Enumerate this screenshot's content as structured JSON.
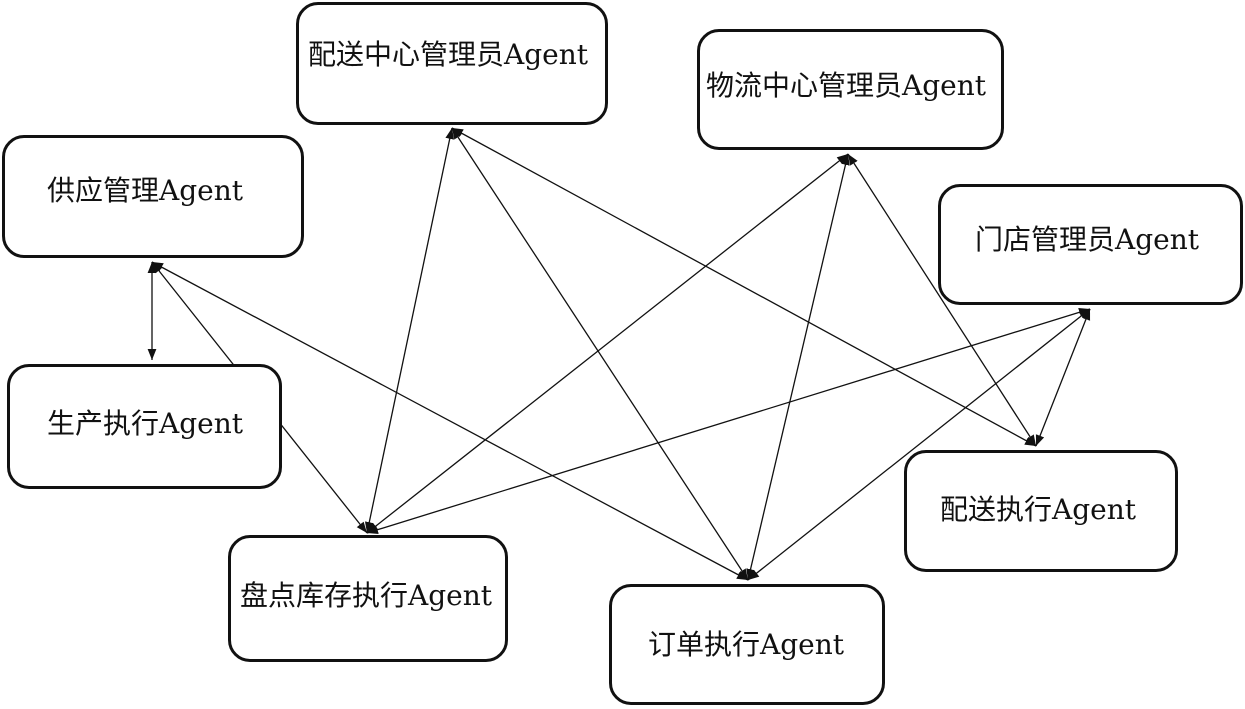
{
  "agents": {
    "distribution_center_manager": {
      "label": "配送中心管理员Agent"
    },
    "logistics_center_manager": {
      "label": "物流中心管理员Agent"
    },
    "supply_management": {
      "label": "供应管理Agent"
    },
    "store_manager": {
      "label": "门店管理员Agent"
    },
    "production_execution": {
      "label": "生产执行Agent"
    },
    "delivery_execution": {
      "label": "配送执行Agent"
    },
    "inventory_check_execution": {
      "label": "盘点库存执行Agent"
    },
    "order_execution": {
      "label": "订单执行Agent"
    }
  },
  "connections": [
    {
      "from": "supply_management",
      "to": "production_execution",
      "bidirectional": true
    },
    {
      "from": "supply_management",
      "to": "inventory_check_execution",
      "bidirectional": true
    },
    {
      "from": "supply_management",
      "to": "order_execution",
      "bidirectional": true
    },
    {
      "from": "distribution_center_manager",
      "to": "inventory_check_execution",
      "bidirectional": true
    },
    {
      "from": "distribution_center_manager",
      "to": "order_execution",
      "bidirectional": true
    },
    {
      "from": "distribution_center_manager",
      "to": "delivery_execution",
      "bidirectional": true
    },
    {
      "from": "logistics_center_manager",
      "to": "inventory_check_execution",
      "bidirectional": true
    },
    {
      "from": "logistics_center_manager",
      "to": "order_execution",
      "bidirectional": true
    },
    {
      "from": "logistics_center_manager",
      "to": "delivery_execution",
      "bidirectional": true
    },
    {
      "from": "store_manager",
      "to": "inventory_check_execution",
      "bidirectional": true
    },
    {
      "from": "store_manager",
      "to": "order_execution",
      "bidirectional": true
    },
    {
      "from": "store_manager",
      "to": "delivery_execution",
      "bidirectional": true
    }
  ],
  "colors": {
    "stroke": "#111111",
    "background": "#ffffff"
  }
}
